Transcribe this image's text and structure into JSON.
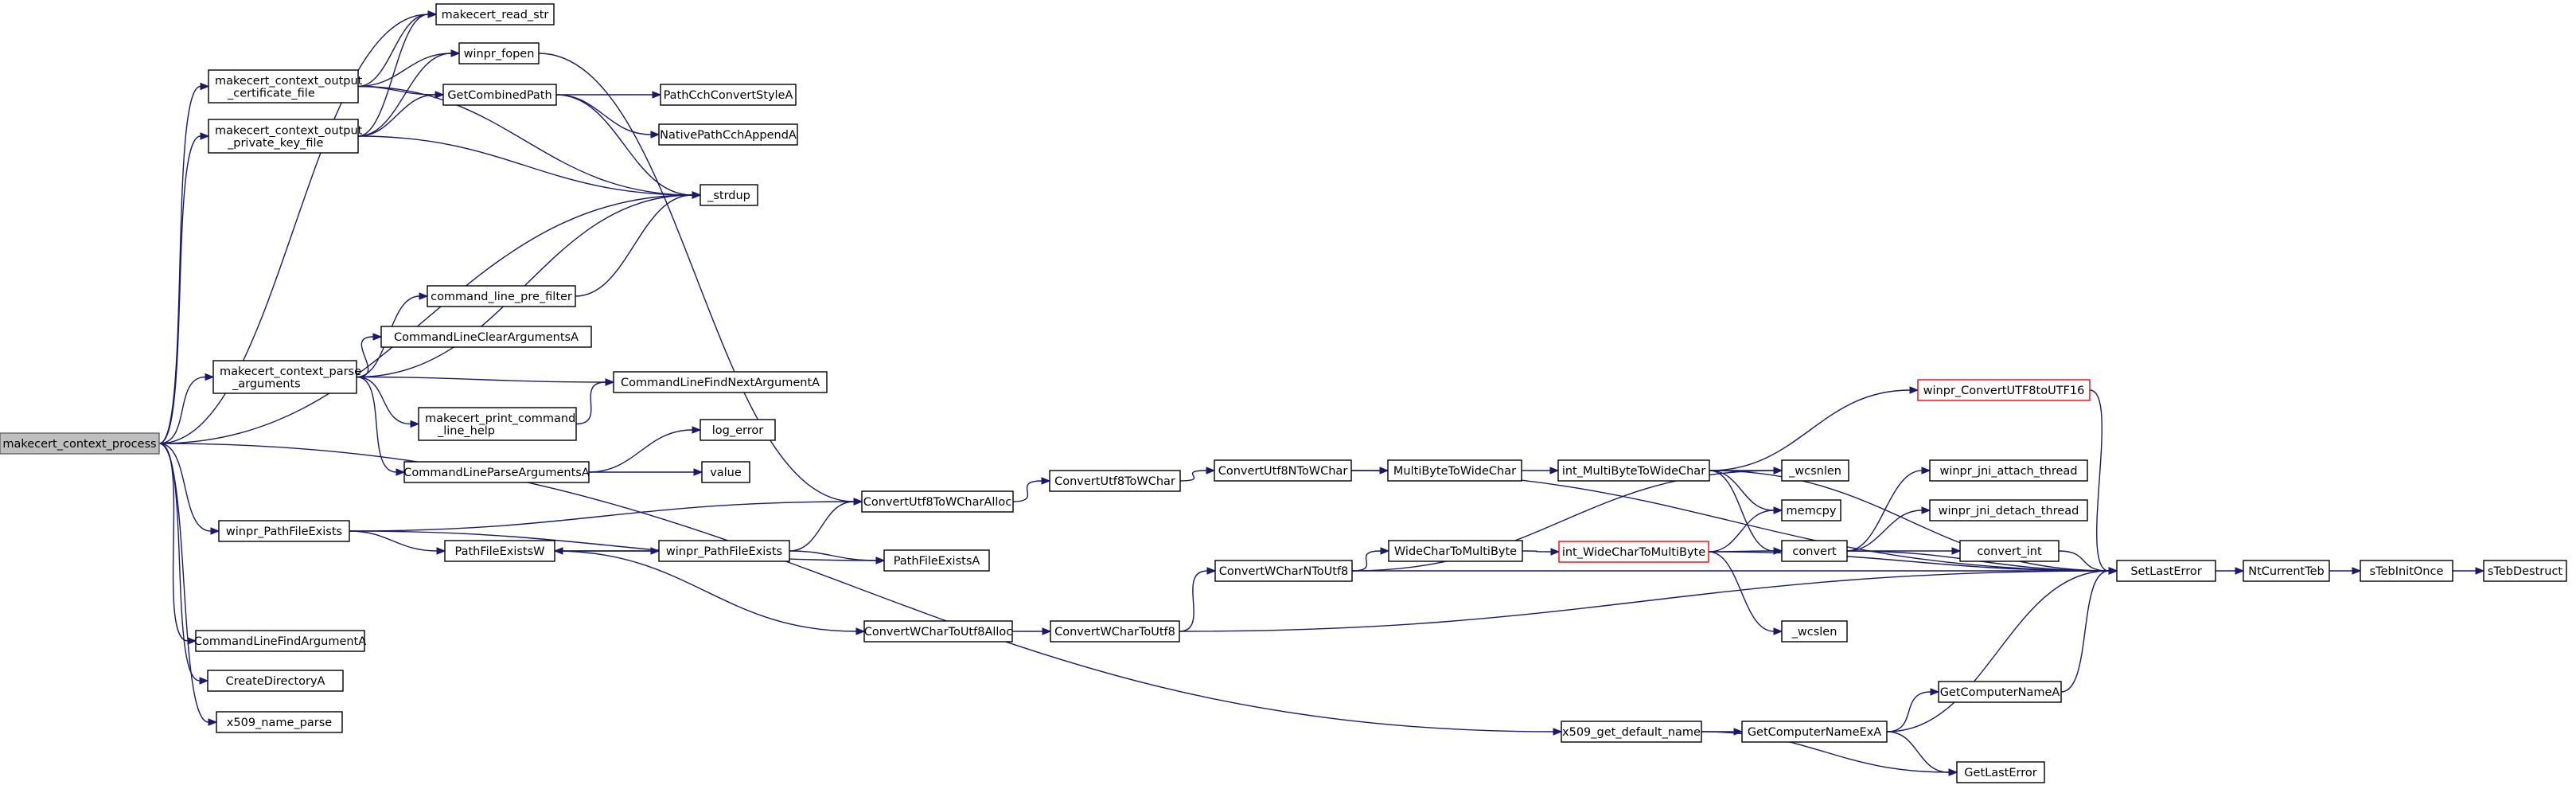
{
  "nodes": [
    {
      "id": "root",
      "lines": [
        "makecert_context_process"
      ],
      "style": "root"
    },
    {
      "id": "read_str",
      "lines": [
        "makecert_read_str"
      ]
    },
    {
      "id": "out_cert",
      "lines": [
        "makecert_context_output",
        "_certificate_file"
      ]
    },
    {
      "id": "out_key",
      "lines": [
        "makecert_context_output",
        "_private_key_file"
      ]
    },
    {
      "id": "fopen",
      "lines": [
        "winpr_fopen"
      ]
    },
    {
      "id": "combined",
      "lines": [
        "GetCombinedPath"
      ]
    },
    {
      "id": "pcch_style",
      "lines": [
        "PathCchConvertStyleA"
      ]
    },
    {
      "id": "native_append",
      "lines": [
        "NativePathCchAppendA"
      ]
    },
    {
      "id": "strdup",
      "lines": [
        "_strdup"
      ]
    },
    {
      "id": "pre_filter",
      "lines": [
        "command_line_pre_filter"
      ]
    },
    {
      "id": "clear_args",
      "lines": [
        "CommandLineClearArgumentsA"
      ]
    },
    {
      "id": "parse_args",
      "lines": [
        "makecert_context_parse",
        "_arguments"
      ]
    },
    {
      "id": "find_next",
      "lines": [
        "CommandLineFindNextArgumentA"
      ]
    },
    {
      "id": "print_help",
      "lines": [
        "makecert_print_command",
        "_line_help"
      ]
    },
    {
      "id": "log_error",
      "lines": [
        "log_error"
      ]
    },
    {
      "id": "cl_parse",
      "lines": [
        "CommandLineParseArgumentsA"
      ]
    },
    {
      "id": "value",
      "lines": [
        "value"
      ]
    },
    {
      "id": "pfe1",
      "lines": [
        "winpr_PathFileExists"
      ]
    },
    {
      "id": "pfeW",
      "lines": [
        "PathFileExistsW"
      ]
    },
    {
      "id": "pfe2",
      "lines": [
        "winpr_PathFileExists"
      ]
    },
    {
      "id": "pfeA",
      "lines": [
        "PathFileExistsA"
      ]
    },
    {
      "id": "u8wc_alloc",
      "lines": [
        "ConvertUtf8ToWCharAlloc"
      ]
    },
    {
      "id": "u8wc",
      "lines": [
        "ConvertUtf8ToWChar"
      ]
    },
    {
      "id": "u8nwc",
      "lines": [
        "ConvertUtf8NToWChar"
      ]
    },
    {
      "id": "mb2wc",
      "lines": [
        "MultiByteToWideChar"
      ]
    },
    {
      "id": "int_mb2wc",
      "lines": [
        "int_MultiByteToWideChar"
      ]
    },
    {
      "id": "utf8to16",
      "lines": [
        "winpr_ConvertUTF8toUTF16"
      ],
      "style": "truncated"
    },
    {
      "id": "wcsnlen",
      "lines": [
        "_wcsnlen"
      ]
    },
    {
      "id": "memcpy",
      "lines": [
        "memcpy"
      ]
    },
    {
      "id": "attach",
      "lines": [
        "winpr_jni_attach_thread"
      ]
    },
    {
      "id": "detach",
      "lines": [
        "winpr_jni_detach_thread"
      ]
    },
    {
      "id": "convert",
      "lines": [
        "convert"
      ]
    },
    {
      "id": "convert_int",
      "lines": [
        "convert_int"
      ]
    },
    {
      "id": "wcnu8",
      "lines": [
        "ConvertWCharNToUtf8"
      ]
    },
    {
      "id": "wc2mb",
      "lines": [
        "WideCharToMultiByte"
      ]
    },
    {
      "id": "int_wc2mb",
      "lines": [
        "int_WideCharToMultiByte"
      ],
      "style": "truncated"
    },
    {
      "id": "wcslen",
      "lines": [
        "_wcslen"
      ]
    },
    {
      "id": "wcu8_alloc",
      "lines": [
        "ConvertWCharToUtf8Alloc"
      ]
    },
    {
      "id": "wcu8",
      "lines": [
        "ConvertWCharToUtf8"
      ]
    },
    {
      "id": "setlasterror",
      "lines": [
        "SetLastError"
      ]
    },
    {
      "id": "ntcurrentteb",
      "lines": [
        "NtCurrentTeb"
      ]
    },
    {
      "id": "tebinit",
      "lines": [
        "sTebInitOnce"
      ]
    },
    {
      "id": "tebdestruct",
      "lines": [
        "sTebDestruct"
      ]
    },
    {
      "id": "find_arg",
      "lines": [
        "CommandLineFindArgumentA"
      ]
    },
    {
      "id": "createdir",
      "lines": [
        "CreateDirectoryA"
      ]
    },
    {
      "id": "x509_parse",
      "lines": [
        "x509_name_parse"
      ]
    },
    {
      "id": "x509_default",
      "lines": [
        "x509_get_default_name"
      ]
    },
    {
      "id": "gcn_ex",
      "lines": [
        "GetComputerNameExA"
      ]
    },
    {
      "id": "gcn",
      "lines": [
        "GetComputerNameA"
      ]
    },
    {
      "id": "getlasterror",
      "lines": [
        "GetLastError"
      ]
    }
  ],
  "edges": [
    [
      "root",
      "read_str"
    ],
    [
      "root",
      "out_cert"
    ],
    [
      "root",
      "out_key"
    ],
    [
      "root",
      "strdup"
    ],
    [
      "root",
      "parse_args"
    ],
    [
      "root",
      "pfe1"
    ],
    [
      "root",
      "find_arg"
    ],
    [
      "root",
      "createdir"
    ],
    [
      "root",
      "x509_parse"
    ],
    [
      "root",
      "x509_default"
    ],
    [
      "out_cert",
      "read_str"
    ],
    [
      "out_cert",
      "fopen"
    ],
    [
      "out_cert",
      "combined"
    ],
    [
      "out_cert",
      "strdup"
    ],
    [
      "out_key",
      "read_str"
    ],
    [
      "out_key",
      "fopen"
    ],
    [
      "out_key",
      "combined"
    ],
    [
      "out_key",
      "strdup"
    ],
    [
      "fopen",
      "u8wc_alloc"
    ],
    [
      "combined",
      "pcch_style"
    ],
    [
      "combined",
      "native_append"
    ],
    [
      "combined",
      "strdup"
    ],
    [
      "parse_args",
      "strdup"
    ],
    [
      "parse_args",
      "pre_filter"
    ],
    [
      "parse_args",
      "clear_args"
    ],
    [
      "parse_args",
      "find_next"
    ],
    [
      "parse_args",
      "print_help"
    ],
    [
      "parse_args",
      "cl_parse"
    ],
    [
      "pre_filter",
      "strdup"
    ],
    [
      "print_help",
      "find_next"
    ],
    [
      "cl_parse",
      "log_error"
    ],
    [
      "cl_parse",
      "value"
    ],
    [
      "pfe1",
      "u8wc_alloc"
    ],
    [
      "pfe1",
      "pfeW"
    ],
    [
      "pfe1",
      "pfeA"
    ],
    [
      "pfeW",
      "pfe2"
    ],
    [
      "pfe2",
      "pfeW"
    ],
    [
      "pfe2",
      "u8wc_alloc"
    ],
    [
      "pfe2",
      "pfeA"
    ],
    [
      "pfeW",
      "wcu8_alloc"
    ],
    [
      "u8wc_alloc",
      "u8wc"
    ],
    [
      "u8wc",
      "u8nwc"
    ],
    [
      "u8nwc",
      "mb2wc"
    ],
    [
      "u8nwc",
      "setlasterror"
    ],
    [
      "mb2wc",
      "int_mb2wc"
    ],
    [
      "int_mb2wc",
      "utf8to16"
    ],
    [
      "int_mb2wc",
      "wcsnlen"
    ],
    [
      "int_mb2wc",
      "memcpy"
    ],
    [
      "int_mb2wc",
      "convert"
    ],
    [
      "int_mb2wc",
      "setlasterror"
    ],
    [
      "utf8to16",
      "setlasterror"
    ],
    [
      "convert",
      "attach"
    ],
    [
      "convert",
      "detach"
    ],
    [
      "convert",
      "convert_int"
    ],
    [
      "convert",
      "setlasterror"
    ],
    [
      "convert_int",
      "setlasterror"
    ],
    [
      "wcu8_alloc",
      "wcu8"
    ],
    [
      "wcu8",
      "wcnu8"
    ],
    [
      "wcu8",
      "setlasterror"
    ],
    [
      "wcnu8",
      "wc2mb"
    ],
    [
      "wcnu8",
      "wcsnlen"
    ],
    [
      "wcnu8",
      "setlasterror"
    ],
    [
      "wc2mb",
      "int_wc2mb"
    ],
    [
      "int_wc2mb",
      "memcpy"
    ],
    [
      "int_wc2mb",
      "convert"
    ],
    [
      "int_wc2mb",
      "wcslen"
    ],
    [
      "int_wc2mb",
      "setlasterror"
    ],
    [
      "setlasterror",
      "ntcurrentteb"
    ],
    [
      "ntcurrentteb",
      "tebinit"
    ],
    [
      "tebinit",
      "tebdestruct"
    ],
    [
      "x509_default",
      "gcn_ex"
    ],
    [
      "x509_default",
      "getlasterror"
    ],
    [
      "gcn_ex",
      "gcn"
    ],
    [
      "gcn_ex",
      "setlasterror"
    ],
    [
      "gcn_ex",
      "getlasterror"
    ],
    [
      "gcn",
      "setlasterror"
    ]
  ]
}
